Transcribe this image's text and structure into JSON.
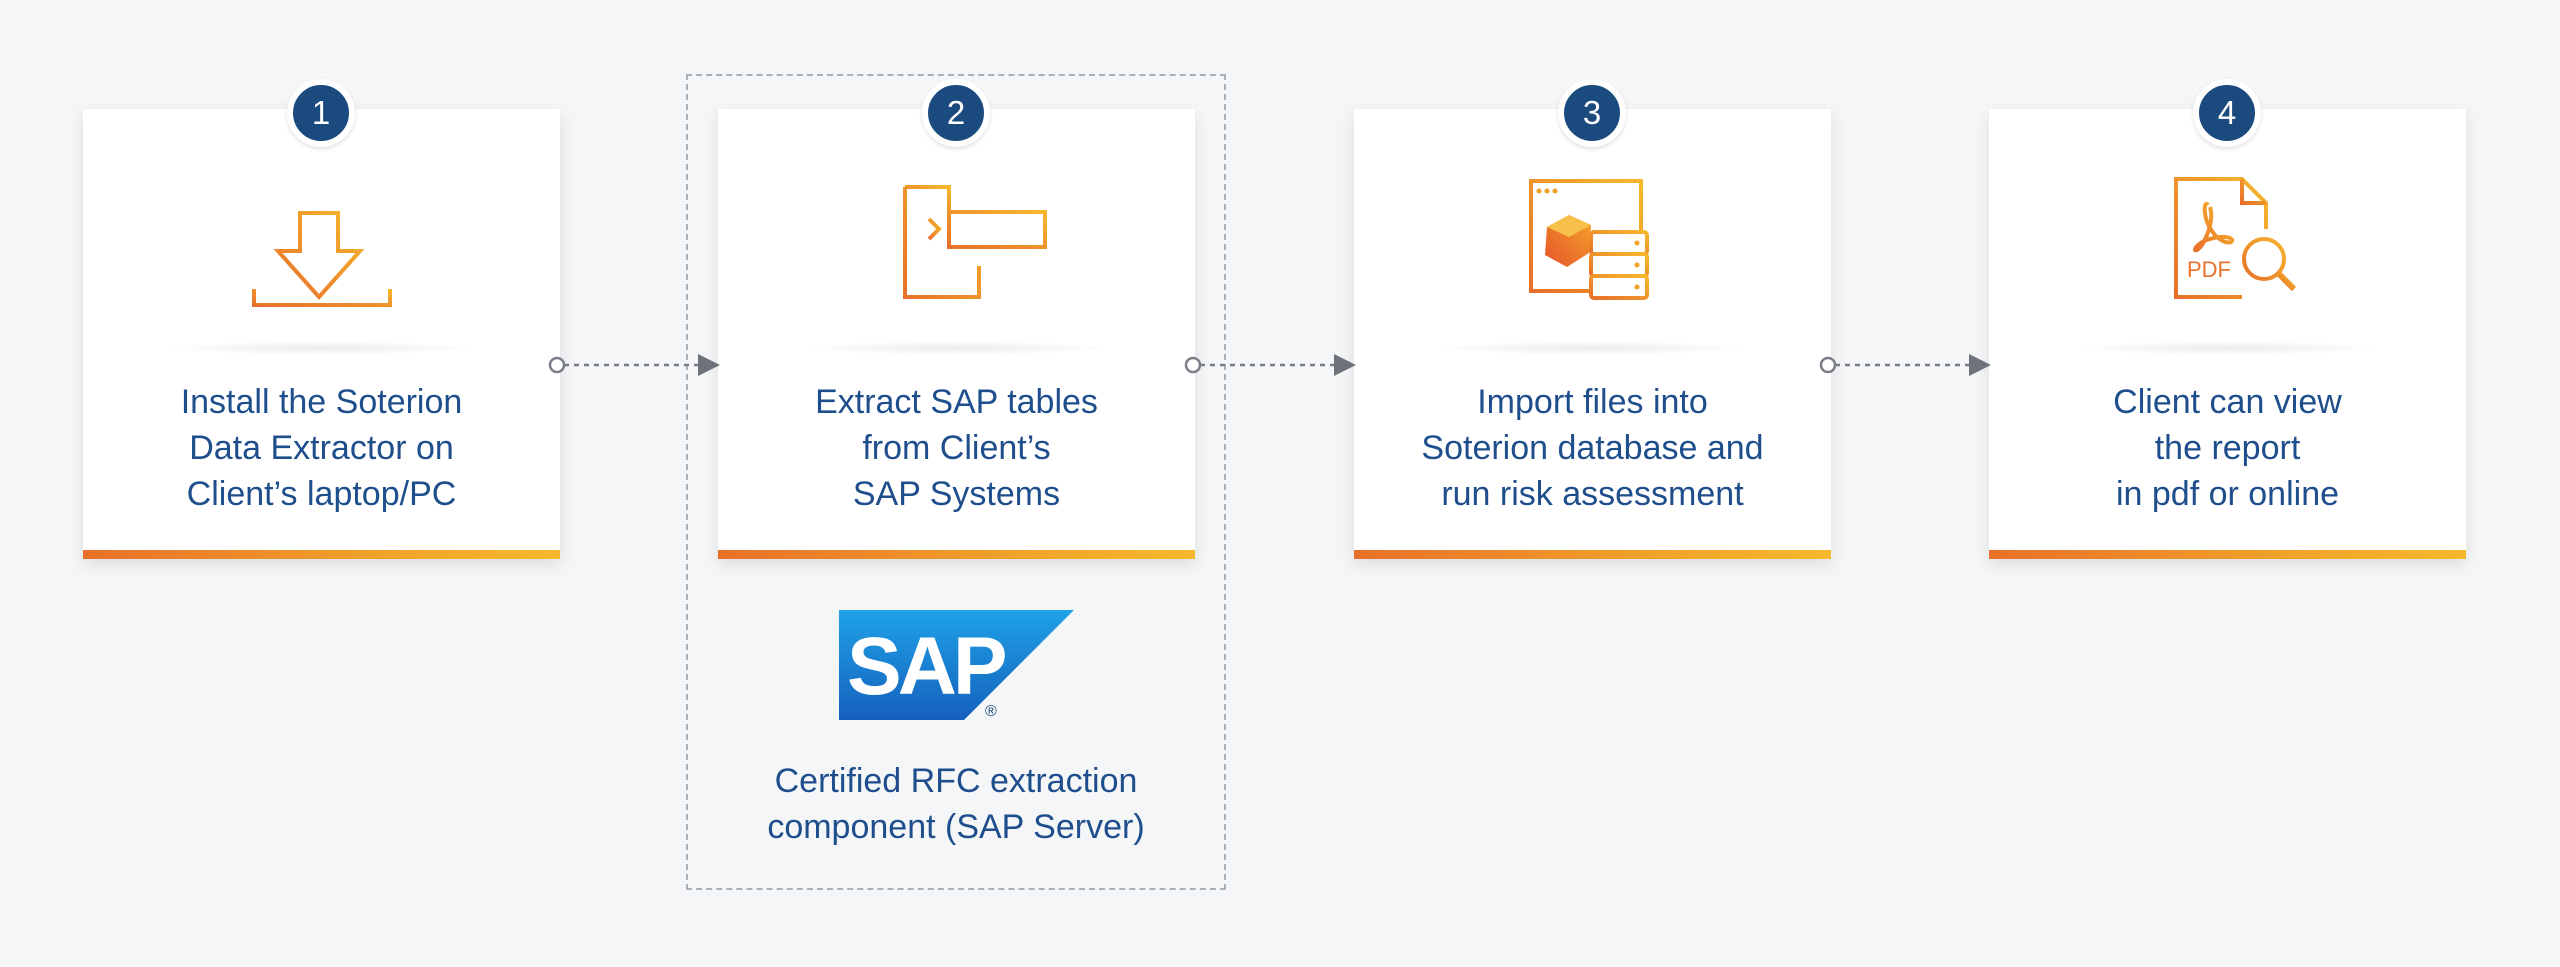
{
  "steps": [
    {
      "number": "1",
      "icon": "download-icon",
      "label_lines": [
        "Install the Soterion",
        "Data Extractor on",
        "Client’s laptop/PC"
      ]
    },
    {
      "number": "2",
      "icon": "table-extract-icon",
      "label_lines": [
        "Extract SAP tables",
        "from Client’s",
        "SAP Systems"
      ]
    },
    {
      "number": "3",
      "icon": "database-import-icon",
      "label_lines": [
        "Import files into",
        "Soterion database and",
        "run risk assessment"
      ]
    },
    {
      "number": "4",
      "icon": "pdf-search-icon",
      "icon_text": "PDF",
      "label_lines": [
        "Client can view",
        "the report",
        "in pdf or online"
      ]
    }
  ],
  "sap_block": {
    "logo_text": "SAP",
    "logo_registered": "®",
    "caption_lines": [
      "Certified RFC extraction",
      "component (SAP Server)"
    ]
  },
  "colors": {
    "accent_orange": "#e8702a",
    "accent_yellow": "#f6b82c",
    "badge_blue": "#1b4a7e",
    "text_blue": "#1f4e8c",
    "sap_blue": "#1b73c6"
  }
}
